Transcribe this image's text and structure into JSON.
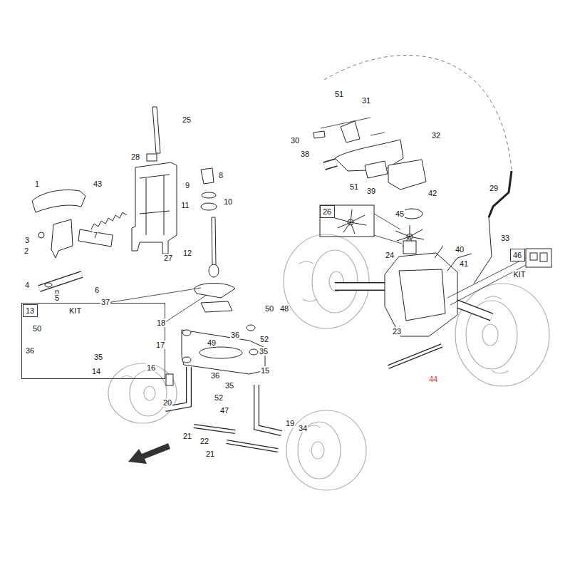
{
  "diagram": {
    "nodes": [
      {
        "text": [
          "KIT"
        ]
      },
      {
        "text": [
          "13"
        ],
        "in": 0
      },
      {
        "text": [
          "26"
        ]
      },
      {
        "text": [
          "46"
        ]
      }
    ],
    "labels": [
      "51",
      "31",
      "25",
      "32",
      "30",
      "38",
      "28",
      "8",
      "1",
      "43",
      "9",
      "51",
      "29",
      "39",
      "42",
      "10",
      "11",
      "45",
      "7",
      "33",
      "3",
      "40",
      "2",
      "12",
      "24",
      "27",
      "41",
      "KIT",
      "4",
      "6",
      "5",
      "37",
      "50",
      "48",
      "18",
      "50",
      "23",
      "36",
      "52",
      "49",
      "17",
      "36",
      "35",
      "35",
      "16",
      "15",
      "14",
      "36",
      "44",
      "35",
      "52",
      "20",
      "47",
      "19",
      "34",
      "21",
      "22",
      "21"
    ]
  }
}
